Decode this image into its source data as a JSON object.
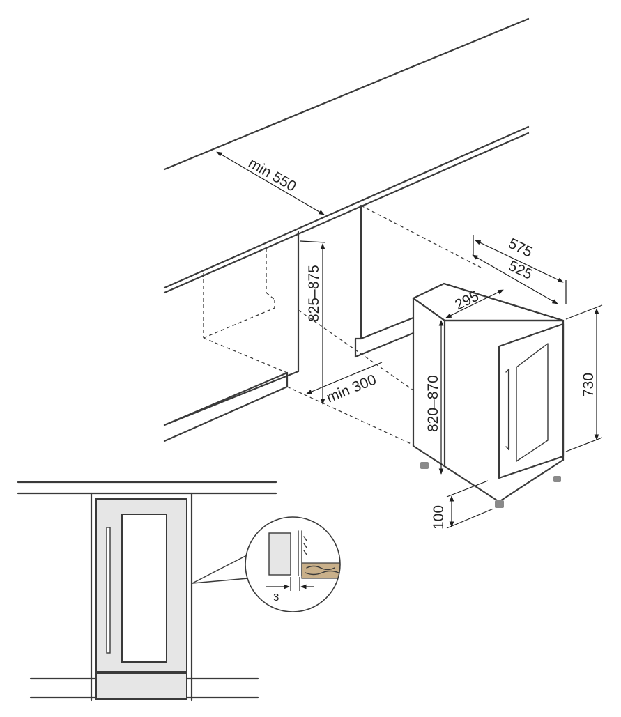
{
  "dimensions": {
    "min_550": "min 550",
    "min_300": "min 300",
    "h_825_875": "825–875",
    "w_575": "575",
    "w_525": "525",
    "w_295": "295",
    "h_820_870": "820–870",
    "h_730": "730",
    "h_100": "100",
    "gap_3": "3"
  },
  "colors": {
    "line": "#3a3a3a",
    "panel_grey": "#e6e6e6",
    "glass_grey": "#d6d6d6",
    "wood_tan": "#c9b08a"
  }
}
